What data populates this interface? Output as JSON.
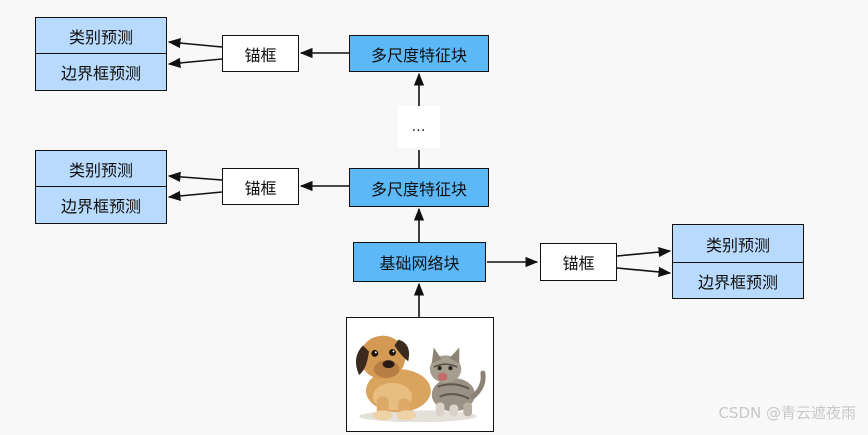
{
  "top_left_group": {
    "class_pred": "类别预测",
    "bbox_pred": "边界框预测",
    "anchor": "锚框",
    "feature_block": "多尺度特征块"
  },
  "ellipsis": "…",
  "mid_left_group": {
    "class_pred": "类别预测",
    "bbox_pred": "边界框预测",
    "anchor": "锚框",
    "feature_block": "多尺度特征块"
  },
  "base_group": {
    "base_block": "基础网络块",
    "anchor": "锚框",
    "class_pred": "类别预测",
    "bbox_pred": "边界框预测"
  },
  "watermark": "CSDN @青云遮夜雨",
  "colors": {
    "feature_block_fill": "#5cb8f7",
    "prediction_fill": "#b8dafc",
    "anchor_fill": "#ffffff"
  }
}
